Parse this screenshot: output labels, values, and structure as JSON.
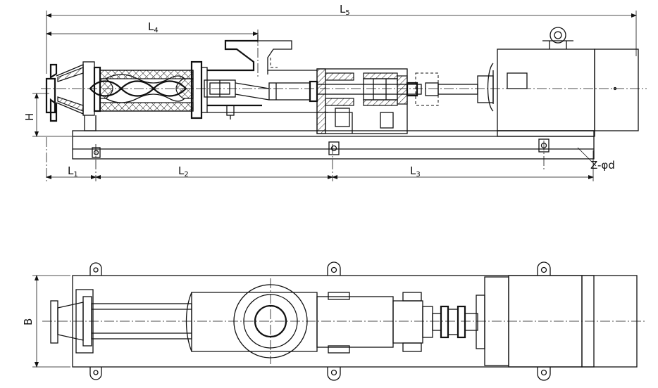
{
  "labels": {
    "l5": "L",
    "l5_sub": "5",
    "l4": "L",
    "l4_sub": "4",
    "l1": "L",
    "l1_sub": "1",
    "l2": "L",
    "l2_sub": "2",
    "l3": "L",
    "l3_sub": "3",
    "h": "H",
    "b": "B",
    "bolt": "Z-φd"
  }
}
